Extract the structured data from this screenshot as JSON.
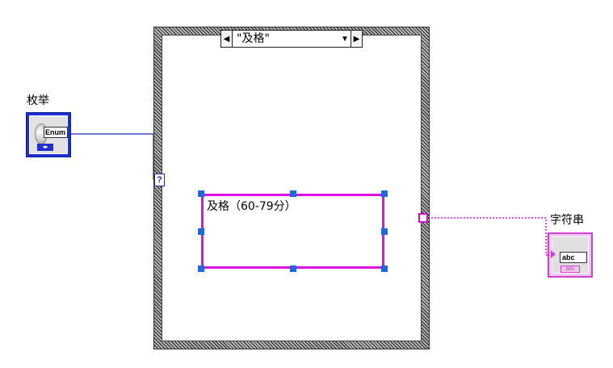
{
  "case_structure": {
    "selector_value": "\"及格\"",
    "selector_terminal": "?"
  },
  "enum_control": {
    "label": "枚举",
    "field_text": "Enum",
    "footer_glyph": "◂▸",
    "color": "#1f2fd6"
  },
  "string_constant": {
    "text": "及格（60-79分）",
    "color": "#e010e0"
  },
  "string_indicator": {
    "label": "字符串",
    "field_text": "abc",
    "footer_text": "abc",
    "color": "#d040d0"
  },
  "wires": {
    "enum_wire_color": "#1a28c8",
    "string_wire_color": "#e010e0"
  }
}
